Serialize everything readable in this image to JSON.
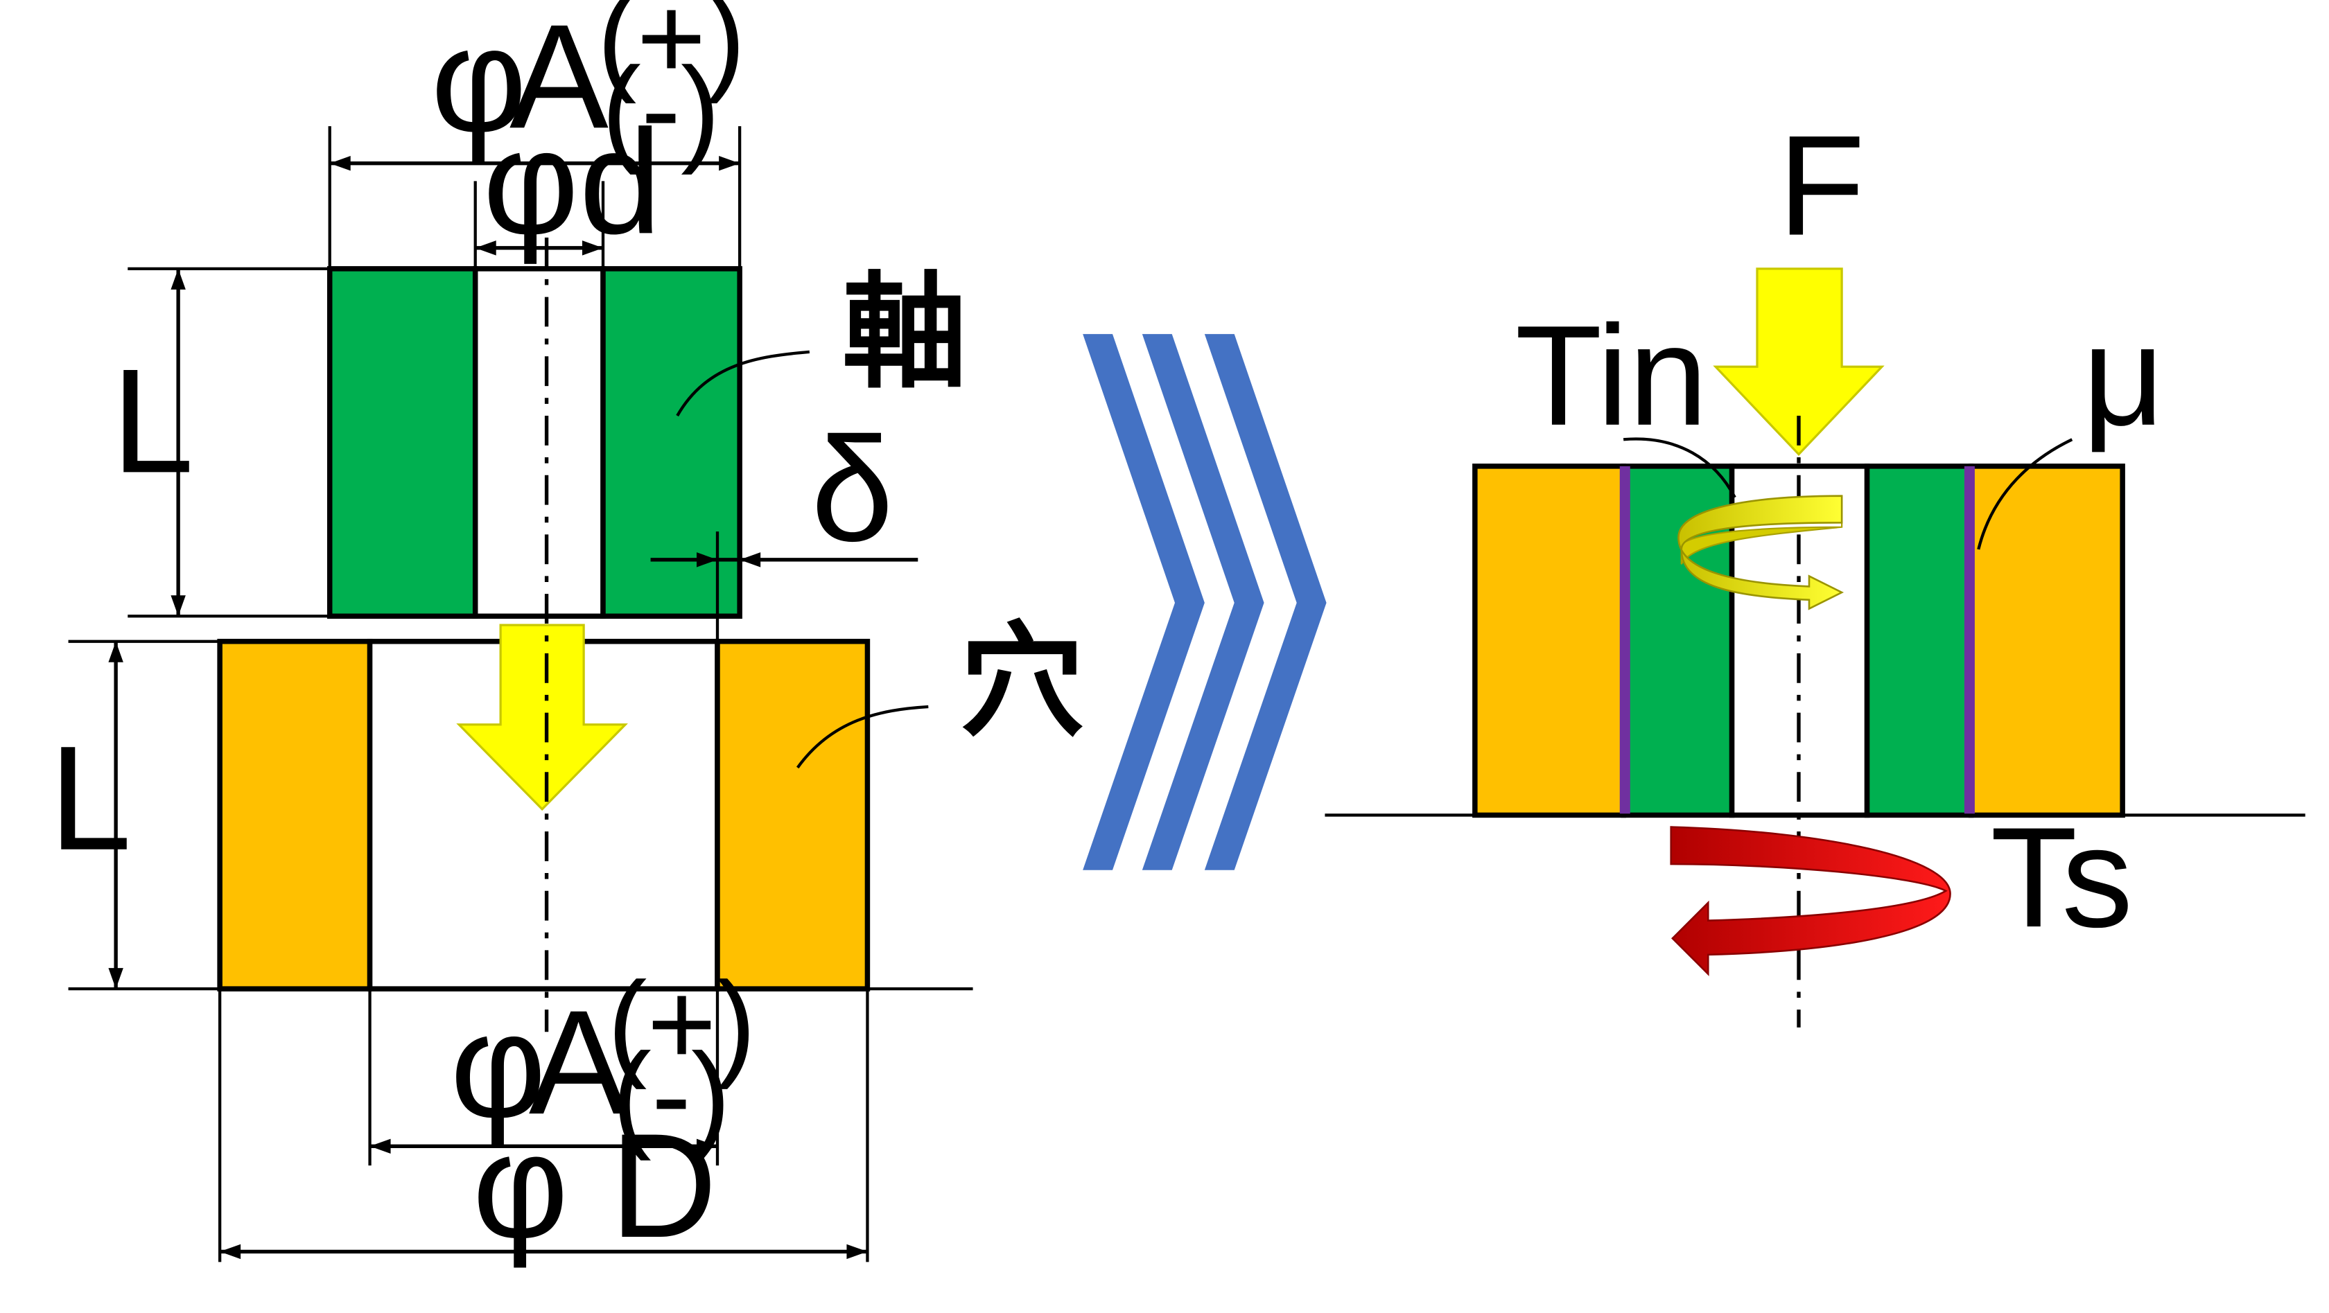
{
  "left": {
    "shaft_outer_dia": {
      "phi": "φ",
      "letter": "A",
      "tol_plus": "(+)",
      "tol_minus": "(-)"
    },
    "shaft_inner_dia": "φd",
    "shaft_length": "L",
    "shaft_label": "軸",
    "interference": "δ",
    "hole_length": "L",
    "hole_label": "穴",
    "hole_inner_dia": {
      "phi": "φ",
      "letter": "A",
      "tol_plus": "(+)",
      "tol_minus": "(-)"
    },
    "hole_outer_dia": "φ D"
  },
  "right": {
    "force": "F",
    "input_torque": "Tin",
    "friction_coefficient": "μ",
    "slip_torque": "Ts"
  },
  "colors": {
    "shaft": "#00B050",
    "hole": "#FFC000",
    "press_arrow": "#FFFF00",
    "torque_in_arrow": "#D4CC00",
    "torque_out_arrow": "#E00000",
    "chevron": "#4472C4",
    "friction_line": "#7030A0"
  }
}
